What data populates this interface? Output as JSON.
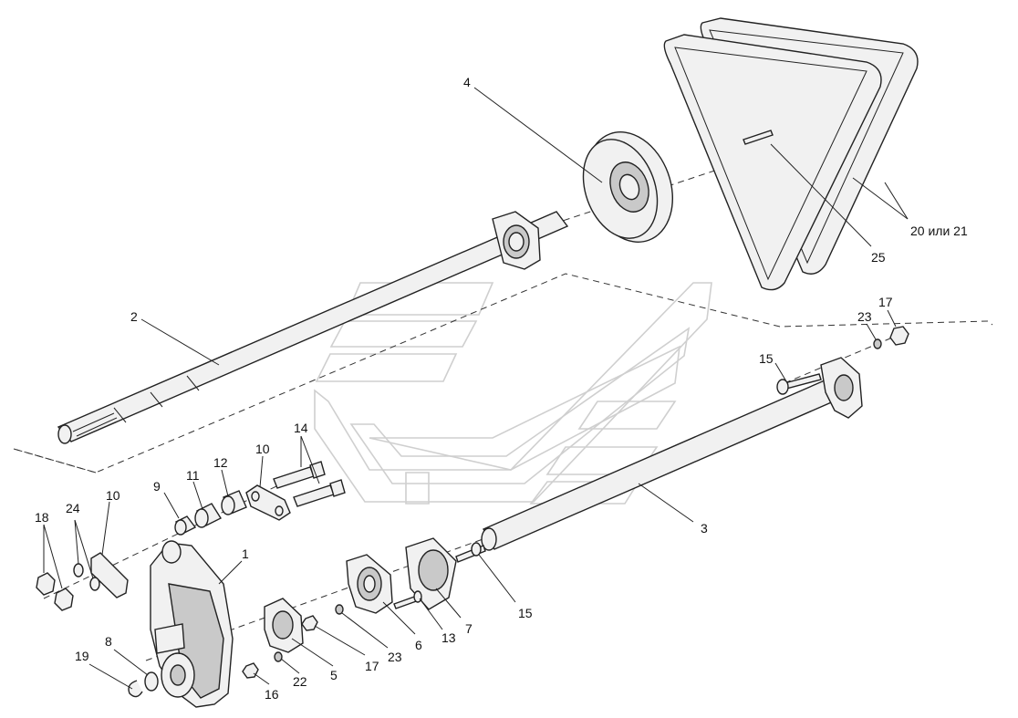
{
  "callouts": {
    "c1": "1",
    "c2": "2",
    "c3": "3",
    "c4": "4",
    "c5": "5",
    "c6": "6",
    "c7": "7",
    "c8": "8",
    "c9": "9",
    "c10a": "10",
    "c10b": "10",
    "c11": "11",
    "c12": "12",
    "c13": "13",
    "c14": "14",
    "c15a": "15",
    "c15b": "15",
    "c16": "16",
    "c17a": "17",
    "c17b": "17",
    "c18": "18",
    "c19": "19",
    "c20_21": "20 или 21",
    "c22": "22",
    "c23a": "23",
    "c23b": "23",
    "c24": "24",
    "c25": "25"
  }
}
